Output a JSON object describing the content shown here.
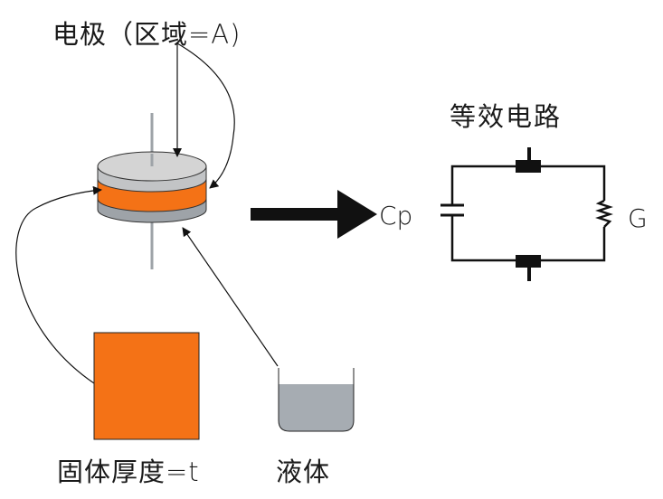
{
  "labels": {
    "electrode": "电极（区域=A)",
    "circuit_title": "等效电路",
    "cp": "Cp",
    "g": "G",
    "solid": "固体厚度=t",
    "liquid": "液体"
  },
  "colors": {
    "sample_orange": "#f47216",
    "electrode_top": "#d4d4d4",
    "electrode_bottom": "#9ea3a8",
    "liquid": "#a6acb2",
    "ink": "#111111"
  }
}
